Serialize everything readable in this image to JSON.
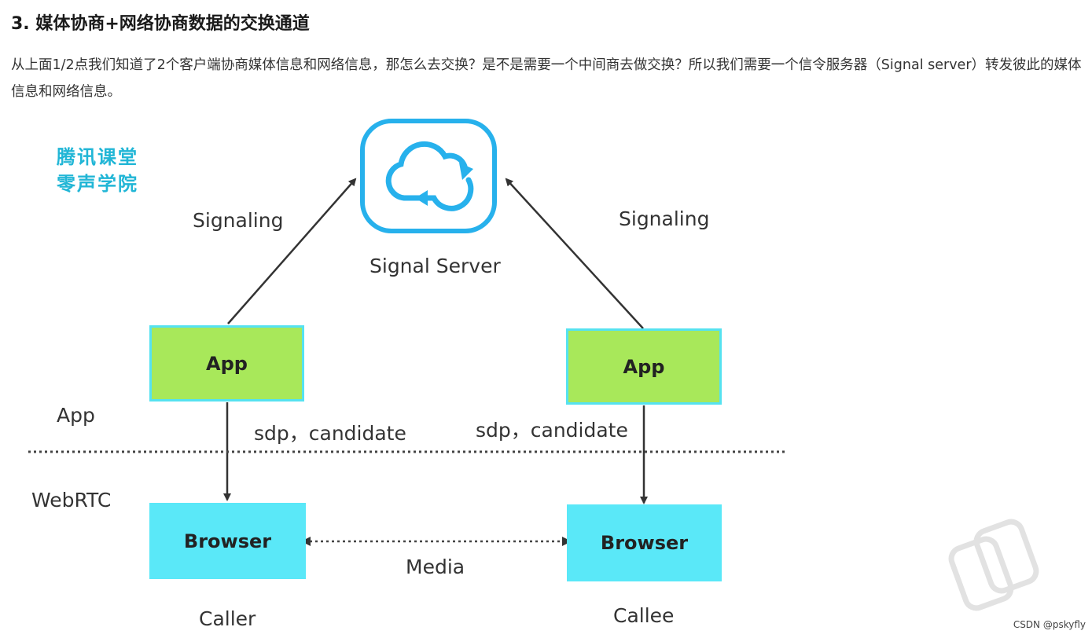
{
  "heading": "3. 媒体协商+网络协商数据的交换通道",
  "paragraph": "从上面1/2点我们知道了2个客户端协商媒体信息和网络信息，那怎么去交换？是不是需要一个中间商去做交换？所以我们需要一个信令服务器（Signal server）转发彼此的媒体信息和网络信息。",
  "brand": {
    "line1": "腾讯课堂",
    "line2": "零声学院"
  },
  "diagram": {
    "server_label": "Signal Server",
    "signaling_left": "Signaling",
    "signaling_right": "Signaling",
    "app_layer": "App",
    "webrtc_layer": "WebRTC",
    "left_app": "App",
    "right_app": "App",
    "left_browser": "Browser",
    "right_browser": "Browser",
    "sdp_left": "sdp，candidate",
    "sdp_right": "sdp，candidate",
    "media": "Media",
    "caller": "Caller",
    "callee": "Callee"
  },
  "footer": "CSDN @pskyfly",
  "colors": {
    "app_fill": "#a8e85a",
    "browser_fill": "#5ae8f8",
    "cloud": "#27b1ec",
    "brand": "#21b6d6"
  }
}
